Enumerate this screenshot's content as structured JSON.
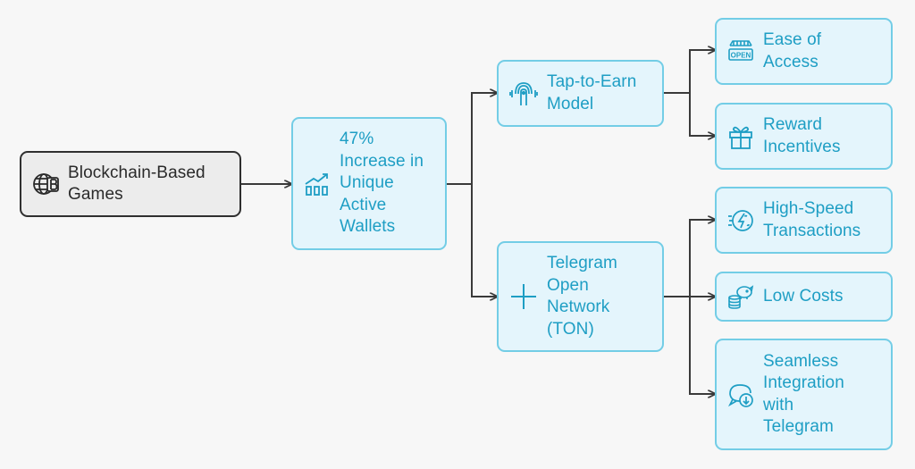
{
  "diagram": {
    "colors": {
      "root_fill": "#ececec",
      "root_border": "#2f2f2f",
      "node_fill": "#e4f5fc",
      "node_border": "#73cde6",
      "node_text": "#1e9ec4",
      "connector": "#3a3a3a"
    },
    "nodes": {
      "root": {
        "label": "Blockchain-Based\nGames",
        "icon": "globe-blockchain-icon"
      },
      "increase": {
        "label": "47%\nIncrease in\nUnique\nActive\nWallets",
        "icon": "growth-chart-icon"
      },
      "tap": {
        "label": "Tap-to-Earn\nModel",
        "icon": "tap-touch-icon"
      },
      "ton": {
        "label": "Telegram\nOpen\nNetwork\n(TON)",
        "icon": "plus-icon"
      },
      "ease": {
        "label": "Ease of\nAccess",
        "icon": "open-sign-icon"
      },
      "reward": {
        "label": "Reward\nIncentives",
        "icon": "gift-icon"
      },
      "speed": {
        "label": "High-Speed\nTransactions",
        "icon": "fast-money-icon"
      },
      "costs": {
        "label": "Low Costs",
        "icon": "piggy-coins-icon"
      },
      "seamless": {
        "label": "Seamless\nIntegration\nwith\nTelegram",
        "icon": "chat-download-icon"
      }
    }
  }
}
